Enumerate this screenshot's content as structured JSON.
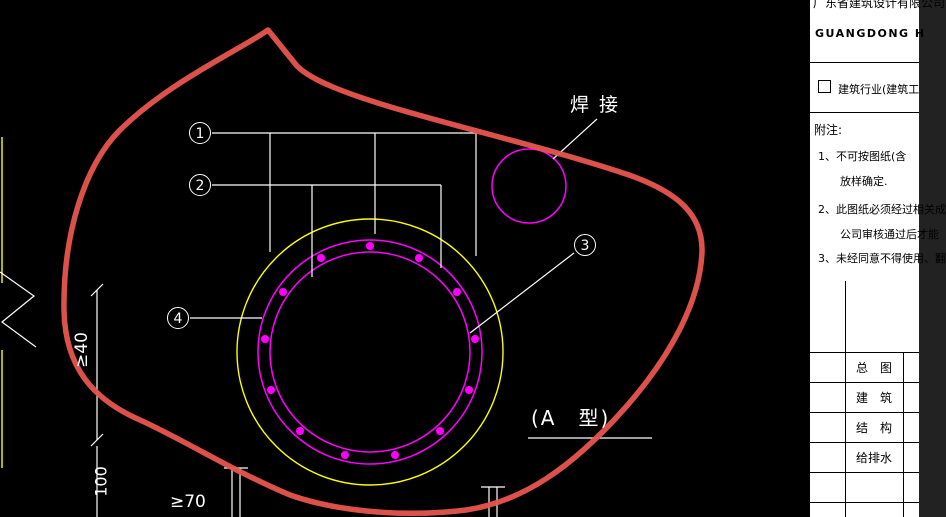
{
  "colors": {
    "background": "#000000",
    "cad_white": "#ffffff",
    "cad_yellow": "#ffff00",
    "cad_magenta": "#ff00ff",
    "annotation_red": "#e8554e",
    "panel_bg": "#ffffff",
    "panel_text": "#000000"
  },
  "drawing": {
    "callouts": [
      {
        "number": "1"
      },
      {
        "number": "2"
      },
      {
        "number": "3"
      },
      {
        "number": "4"
      }
    ],
    "weld_label": "焊接",
    "type_label": "(A　型)",
    "dim_ge40": "≥40",
    "dim_100": "100",
    "dim_ge70": "≥70"
  },
  "panel": {
    "company_cn": "广东省建筑设计有限公司",
    "company_en": "GUANGDONG H",
    "industry_label": "建筑行业(建筑工",
    "notes_title": "附注:",
    "note_lines": [
      {
        "text": "1、不可按图纸(含"
      },
      {
        "text": "放样确定."
      },
      {
        "text": "2、此图纸必须经过相关成"
      },
      {
        "text": "公司审核通过后才能"
      },
      {
        "text": "3、未经同意不得使用、翻"
      }
    ],
    "table_rows": [
      "总　图",
      "建　筑",
      "结　构",
      "给排水"
    ]
  }
}
